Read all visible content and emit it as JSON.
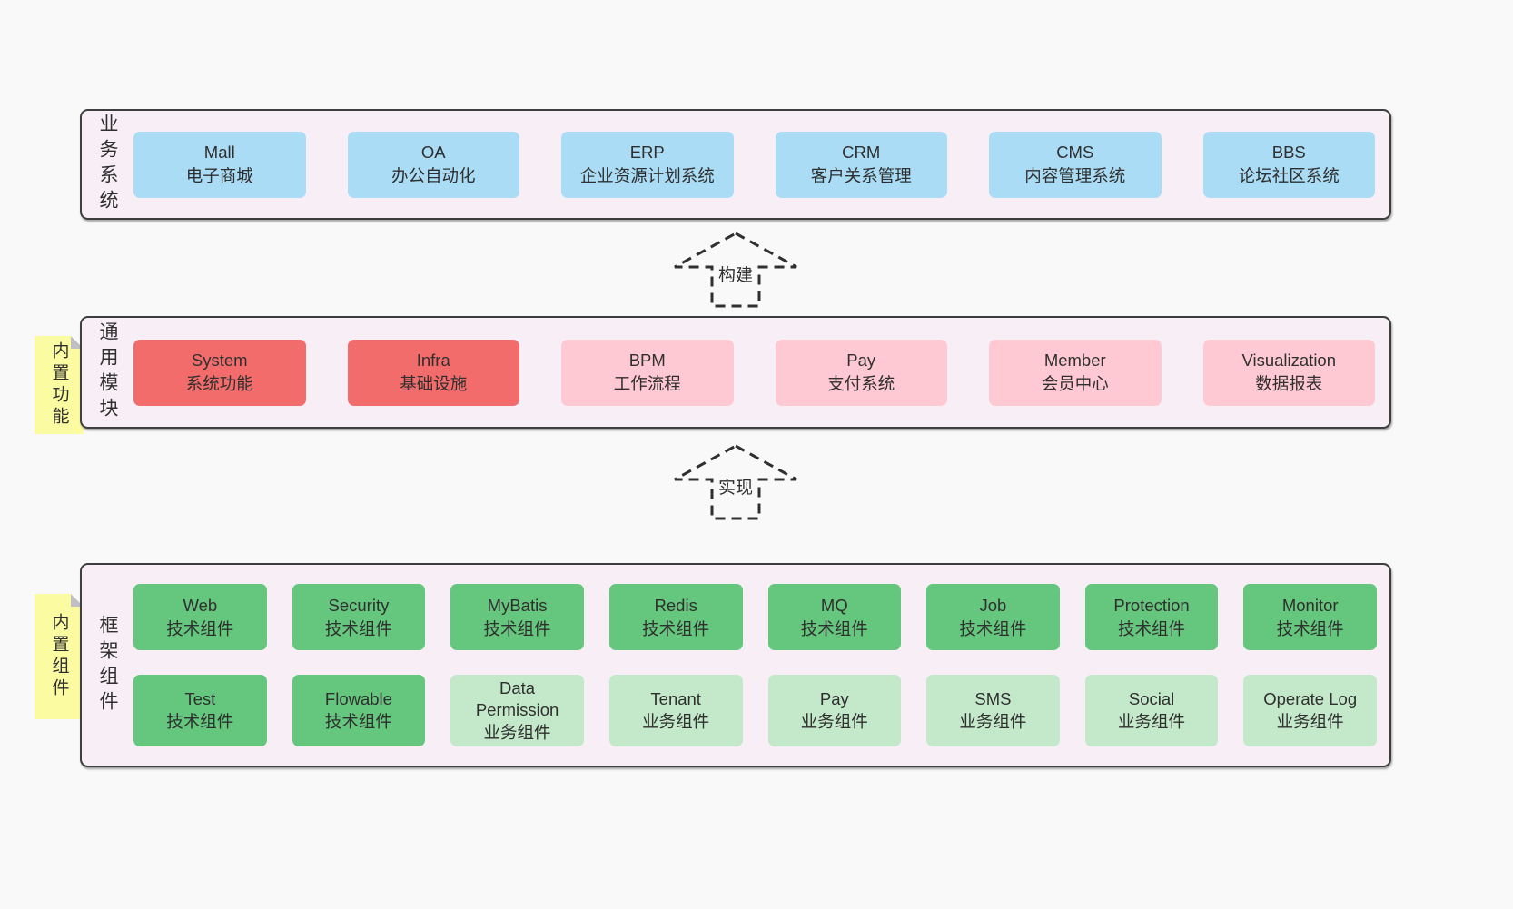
{
  "colors": {
    "pageBg": "#f9f9f9",
    "containerBg": "#f8eef6",
    "border": "#3e3e3e",
    "blue": "#aadcf5",
    "red": "#f36c6c",
    "pink": "#ffc9d3",
    "green": "#65c67d",
    "lightGreen": "#c3e9ca",
    "sticky": "#fbfba2",
    "fold": "#bfbfc4",
    "text": "#2f2f2f"
  },
  "arrows": {
    "build": "构建",
    "implement": "实现"
  },
  "sections": {
    "business": {
      "label": "业务系统",
      "boxes": [
        {
          "name": "Mall",
          "desc": "电子商城"
        },
        {
          "name": "OA",
          "desc": "办公自动化"
        },
        {
          "name": "ERP",
          "desc": "企业资源计划系统"
        },
        {
          "name": "CRM",
          "desc": "客户关系管理"
        },
        {
          "name": "CMS",
          "desc": "内容管理系统"
        },
        {
          "name": "BBS",
          "desc": "论坛社区系统"
        }
      ]
    },
    "modules": {
      "label": "通用模块",
      "sticky": "内置功能",
      "boxes": [
        {
          "name": "System",
          "desc": "系统功能"
        },
        {
          "name": "Infra",
          "desc": "基础设施"
        },
        {
          "name": "BPM",
          "desc": "工作流程"
        },
        {
          "name": "Pay",
          "desc": "支付系统"
        },
        {
          "name": "Member",
          "desc": "会员中心"
        },
        {
          "name": "Visualization",
          "desc": "数据报表"
        }
      ]
    },
    "framework": {
      "label": "框架组件",
      "sticky": "内置组件",
      "rows": [
        [
          {
            "name": "Web",
            "desc": "技术组件"
          },
          {
            "name": "Security",
            "desc": "技术组件"
          },
          {
            "name": "MyBatis",
            "desc": "技术组件"
          },
          {
            "name": "Redis",
            "desc": "技术组件"
          },
          {
            "name": "MQ",
            "desc": "技术组件"
          },
          {
            "name": "Job",
            "desc": "技术组件"
          },
          {
            "name": "Protection",
            "desc": "技术组件"
          },
          {
            "name": "Monitor",
            "desc": "技术组件"
          }
        ],
        [
          {
            "name": "Test",
            "desc": "技术组件"
          },
          {
            "name": "Flowable",
            "desc": "技术组件"
          },
          {
            "name": "Data Permission",
            "desc": "业务组件"
          },
          {
            "name": "Tenant",
            "desc": "业务组件"
          },
          {
            "name": "Pay",
            "desc": "业务组件"
          },
          {
            "name": "SMS",
            "desc": "业务组件"
          },
          {
            "name": "Social",
            "desc": "业务组件"
          },
          {
            "name": "Operate Log",
            "desc": "业务组件"
          }
        ]
      ]
    }
  }
}
